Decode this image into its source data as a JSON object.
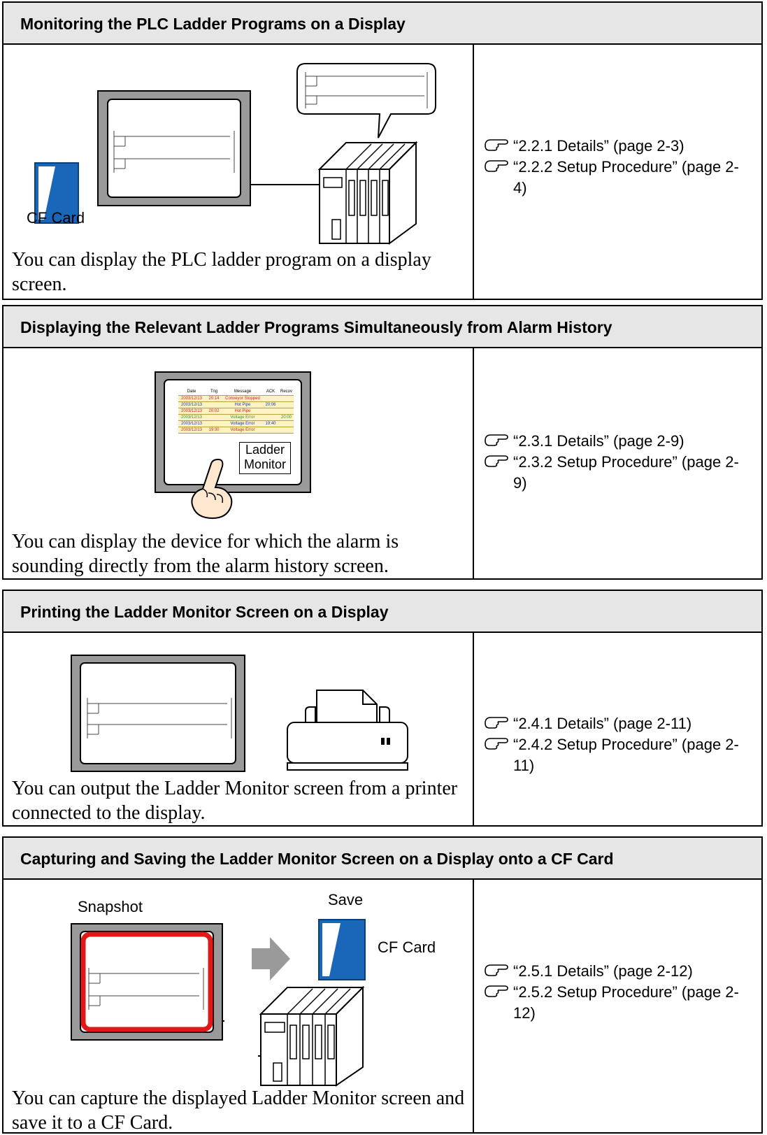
{
  "sections": [
    {
      "title": "Monitoring the PLC Ladder Programs on a Display",
      "description": "You can display the PLC ladder program on a display screen.",
      "illustration_labels": {
        "cf_card": "CF Card"
      },
      "refs": [
        "“2.2.1 Details” (page 2-3)",
        "“2.2.2 Setup Procedure” (page 2-4)"
      ]
    },
    {
      "title": "Displaying the Relevant Ladder Programs Simultaneously from Alarm History",
      "description": "You can display the device for which the alarm is sounding directly from the alarm history screen.",
      "illustration_labels": {
        "ladder_monitor_button": [
          "Ladder",
          "Monitor"
        ],
        "alarm_headers": [
          "Date",
          "Trig",
          "Message",
          "ACK",
          "Recov"
        ],
        "alarm_rows": [
          {
            "date": "2003/12/13",
            "trig": "20:14",
            "message": "Conveyor Stopped",
            "ack": "",
            "recov": "",
            "color": "#e02020"
          },
          {
            "date": "2003/12/13",
            "trig": "",
            "message": "Hot Pipe",
            "ack": "20:06",
            "recov": "",
            "color": "#2040c0"
          },
          {
            "date": "2003/12/13",
            "trig": "20:02",
            "message": "Hot Pipe",
            "ack": "",
            "recov": "",
            "color": "#e02020"
          },
          {
            "date": "2003/12/13",
            "trig": "",
            "message": "Voltage Error",
            "ack": "",
            "recov": "20:00",
            "color": "#20a040"
          },
          {
            "date": "2003/12/13",
            "trig": "",
            "message": "Voltage Error",
            "ack": "19:40",
            "recov": "",
            "color": "#2040c0"
          },
          {
            "date": "2003/12/13",
            "trig": "19:30",
            "message": "Voltage Error",
            "ack": "",
            "recov": "",
            "color": "#e02020"
          }
        ]
      },
      "refs": [
        "“2.3.1 Details” (page 2-9)",
        "“2.3.2 Setup Procedure” (page 2-9)"
      ]
    },
    {
      "title": "Printing the Ladder Monitor Screen on a Display",
      "description": "You can output the Ladder Monitor screen from a printer connected to the display.",
      "illustration_labels": {},
      "refs": [
        "“2.4.1 Details” (page 2-11)",
        "“2.4.2 Setup Procedure” (page 2-11)"
      ]
    },
    {
      "title": "Capturing and Saving the Ladder Monitor Screen on a Display onto a CF Card",
      "description": "You can capture the displayed Ladder Monitor screen and save it to a CF Card.",
      "illustration_labels": {
        "snapshot": "Snapshot",
        "save": "Save",
        "cf_card": "CF Card"
      },
      "refs": [
        "“2.5.1 Details” (page 2-12)",
        "“2.5.2 Setup Procedure” (page 2-12)"
      ]
    }
  ],
  "colors": {
    "header_bg": "#e6e6e6",
    "cf_card_blue": "#1a66b8",
    "frame_gray": "#9a9a9a",
    "snapshot_red": "#e01818",
    "alarm_row_bg": "#fdf2c2"
  },
  "icons": {
    "reference": "pointing-hand-icon"
  }
}
